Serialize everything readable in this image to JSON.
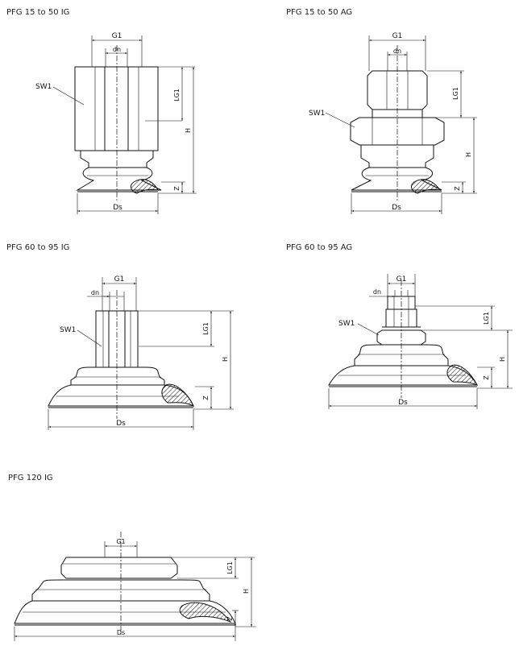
{
  "views": {
    "pfg_15_50_ig": {
      "title": "PFG 15 to 50 IG",
      "labels": {
        "g1": "G1",
        "din": "dn",
        "sw1": "SW1",
        "lg1": "LG1",
        "h": "H",
        "z": "Z",
        "ds": "Ds"
      }
    },
    "pfg_15_50_ag": {
      "title": "PFG 15 to 50 AG",
      "labels": {
        "g1": "G1",
        "din": "dn",
        "sw1": "SW1",
        "lg1": "LG1",
        "h": "H",
        "z": "Z",
        "ds": "Ds"
      }
    },
    "pfg_60_95_ig": {
      "title": "PFG 60 to 95 IG",
      "labels": {
        "g1": "G1",
        "din": "dn",
        "sw1": "SW1",
        "lg1": "LG1",
        "h": "H",
        "z": "Z",
        "ds": "Ds"
      }
    },
    "pfg_60_95_ag": {
      "title": "PFG 60 to 95 AG",
      "labels": {
        "g1": "G1",
        "din": "dn",
        "sw1": "SW1",
        "lg1": "LG1",
        "h": "H",
        "z": "Z",
        "ds": "Ds"
      }
    },
    "pfg_120_ig": {
      "title": "PFG 120  IG",
      "labels": {
        "g1": "G1",
        "lg1": "LG1",
        "h": "H",
        "z": "Z",
        "ds": "Ds"
      }
    }
  }
}
